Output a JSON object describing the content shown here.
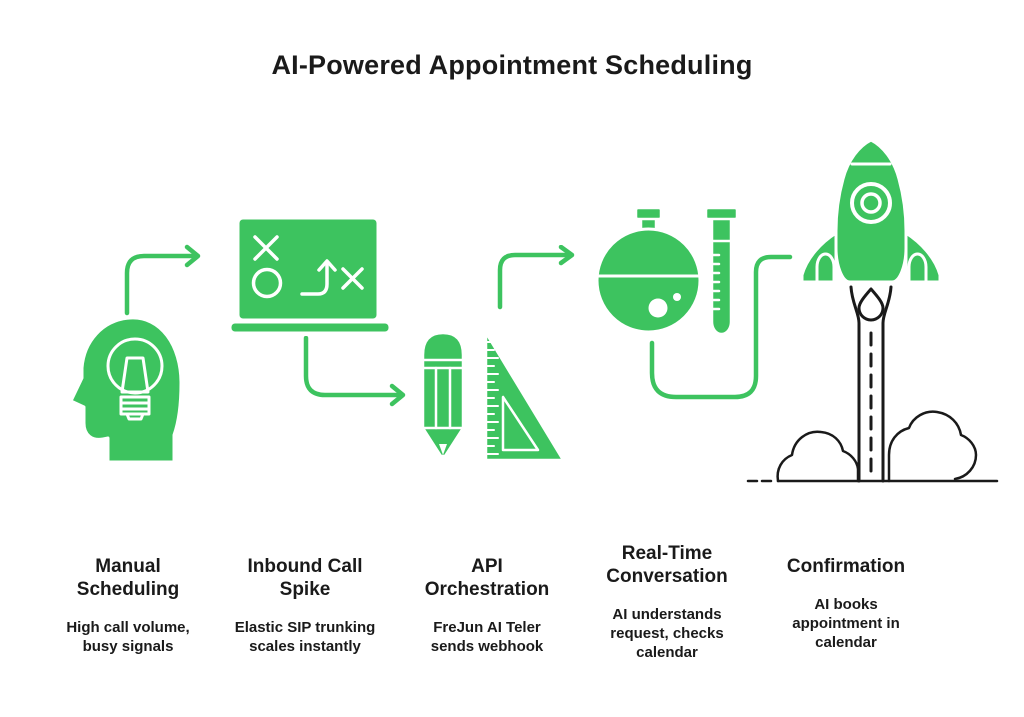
{
  "title": "AI-Powered Appointment Scheduling",
  "colors": {
    "accent_green": "#3DC35F",
    "ink_dark": "#1A1A1A",
    "detail_white": "#FFFFFF",
    "background": "#FFFFFF"
  },
  "steps": [
    {
      "icon": "head-lightbulb-icon",
      "title": "Manual Scheduling",
      "description": "High call volume, busy signals"
    },
    {
      "icon": "strategy-board-icon",
      "title": "Inbound Call Spike",
      "description": "Elastic SIP trunking scales instantly"
    },
    {
      "icon": "pencil-set-square-icon",
      "title": "API Orchestration",
      "description": "FreJun AI Teler sends webhook"
    },
    {
      "icon": "flask-test-tube-icon",
      "title": "Real-Time Conversation",
      "description": "AI understands request, checks calendar"
    },
    {
      "icon": "rocket-launch-icon",
      "title": "Confirmation",
      "description": "AI books appointment in calendar"
    }
  ]
}
